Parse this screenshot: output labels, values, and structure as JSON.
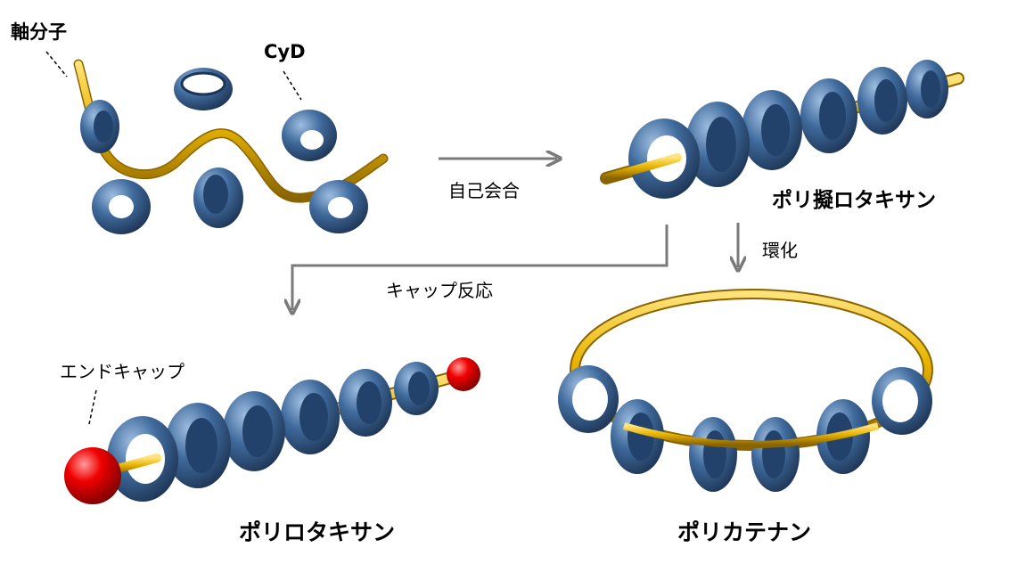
{
  "labels": {
    "axis_molecule": "軸分子",
    "cyd": "CyD",
    "self_assembly": "自己会合",
    "pseudo_rotaxane": "ポリ擬ロタキサン",
    "cyclization": "環化",
    "capping_reaction": "キャップ反応",
    "end_cap": "エンドキャップ",
    "polyrotaxane": "ポリロタキサン",
    "polycatenane": "ポリカテナン"
  },
  "colors": {
    "ring_blue": "#3b6494",
    "ring_dark": "#1d3556",
    "ring_light": "#8fb0d6",
    "axle_gold": "#e8b400",
    "cap_red": "#e00000",
    "arrow_gray": "#7a7a7a"
  }
}
